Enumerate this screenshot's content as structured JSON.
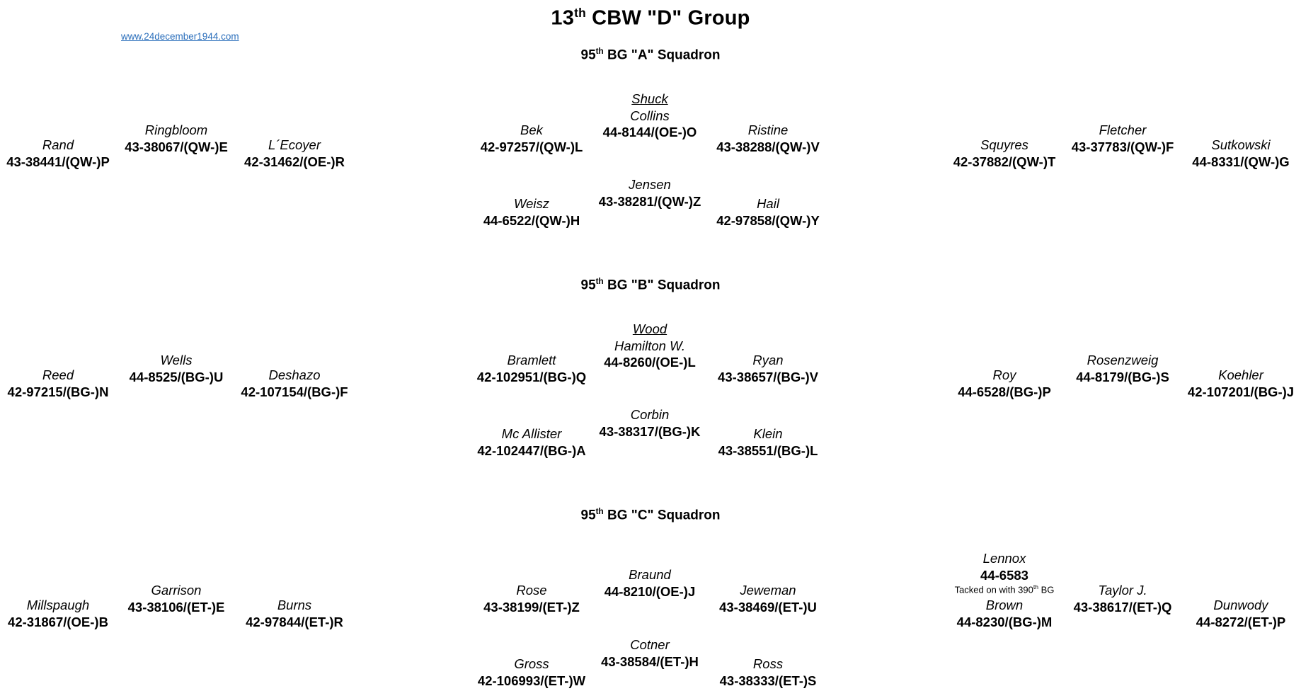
{
  "header": {
    "title_pre": "13",
    "title_sup": "th",
    "title_post": " CBW \"D\" Group",
    "site_link": "www.24december1944.com",
    "link_color": "#2a6ebb"
  },
  "squadrons": [
    {
      "id": "a",
      "heading_pre": "95",
      "heading_sup": "th",
      "heading_post": " BG \"A\" Squadron",
      "planes": [
        {
          "pilot": "Rand",
          "tail": "43-38441/(QW-)P",
          "lead": false,
          "note": ""
        },
        {
          "pilot": "Ringbloom",
          "tail": "43-38067/(QW-)E",
          "lead": false,
          "note": ""
        },
        {
          "pilot": "L´Ecoyer",
          "tail": "42-31462/(OE-)R",
          "lead": false,
          "note": ""
        },
        {
          "pilot": "Bek",
          "tail": "42-97257/(QW-)L",
          "lead": false,
          "note": ""
        },
        {
          "pilot": "Shuck",
          "pilot2": "Collins",
          "tail": "44-8144/(OE-)O",
          "lead": true,
          "note": ""
        },
        {
          "pilot": "Ristine",
          "tail": "43-38288/(QW-)V",
          "lead": false,
          "note": ""
        },
        {
          "pilot": "Weisz",
          "tail": "44-6522/(QW-)H",
          "lead": false,
          "note": ""
        },
        {
          "pilot": "Jensen",
          "tail": "43-38281/(QW-)Z",
          "lead": false,
          "note": ""
        },
        {
          "pilot": "Hail",
          "tail": "42-97858/(QW-)Y",
          "lead": false,
          "note": ""
        },
        {
          "pilot": "Squyres",
          "tail": "42-37882/(QW-)T",
          "lead": false,
          "note": ""
        },
        {
          "pilot": "Fletcher",
          "tail": "43-37783/(QW-)F",
          "lead": false,
          "note": ""
        },
        {
          "pilot": "Sutkowski",
          "tail": "44-8331/(QW-)G",
          "lead": false,
          "note": ""
        }
      ]
    },
    {
      "id": "b",
      "heading_pre": "95",
      "heading_sup": "th",
      "heading_post": " BG \"B\" Squadron",
      "planes": [
        {
          "pilot": "Reed",
          "tail": "42-97215/(BG-)N",
          "lead": false,
          "note": ""
        },
        {
          "pilot": "Wells",
          "tail": "44-8525/(BG-)U",
          "lead": false,
          "note": ""
        },
        {
          "pilot": "Deshazo",
          "tail": "42-107154/(BG-)F",
          "lead": false,
          "note": ""
        },
        {
          "pilot": "Bramlett",
          "tail": "42-102951/(BG-)Q",
          "lead": false,
          "note": ""
        },
        {
          "pilot": "Wood",
          "pilot2": "Hamilton W.",
          "tail": "44-8260/(OE-)L",
          "lead": true,
          "note": ""
        },
        {
          "pilot": "Ryan",
          "tail": "43-38657/(BG-)V",
          "lead": false,
          "note": ""
        },
        {
          "pilot": "Mc Allister",
          "tail": "42-102447/(BG-)A",
          "lead": false,
          "note": ""
        },
        {
          "pilot": "Corbin",
          "tail": "43-38317/(BG-)K",
          "lead": false,
          "note": ""
        },
        {
          "pilot": "Klein",
          "tail": "43-38551/(BG-)L",
          "lead": false,
          "note": ""
        },
        {
          "pilot": "Roy",
          "tail": "44-6528/(BG-)P",
          "lead": false,
          "note": ""
        },
        {
          "pilot": "Rosenzweig",
          "tail": "44-8179/(BG-)S",
          "lead": false,
          "note": ""
        },
        {
          "pilot": "Koehler",
          "tail": "42-107201/(BG-)J",
          "lead": false,
          "note": ""
        }
      ]
    },
    {
      "id": "c",
      "heading_pre": "95",
      "heading_sup": "th",
      "heading_post": " BG \"C\" Squadron",
      "planes": [
        {
          "pilot": "Millspaugh",
          "tail": "42-31867/(OE-)B",
          "lead": false,
          "note": ""
        },
        {
          "pilot": "Garrison",
          "tail": "43-38106/(ET-)E",
          "lead": false,
          "note": ""
        },
        {
          "pilot": "Burns",
          "tail": "42-97844/(ET-)R",
          "lead": false,
          "note": ""
        },
        {
          "pilot": "Rose",
          "tail": "43-38199/(ET-)Z",
          "lead": false,
          "note": ""
        },
        {
          "pilot": "Braund",
          "tail": "44-8210/(OE-)J",
          "lead": false,
          "note": ""
        },
        {
          "pilot": "Jeweman",
          "tail": "43-38469/(ET-)U",
          "lead": false,
          "note": ""
        },
        {
          "pilot": "Gross",
          "tail": "42-106993/(ET-)W",
          "lead": false,
          "note": ""
        },
        {
          "pilot": "Cotner",
          "tail": "43-38584/(ET-)H",
          "lead": false,
          "note": ""
        },
        {
          "pilot": "Ross",
          "tail": "43-38333/(ET-)S",
          "lead": false,
          "note": ""
        },
        {
          "pilot": "Brown",
          "tail": "44-8230/(BG-)M",
          "lead": false,
          "note": ""
        },
        {
          "pilot": "Taylor J.",
          "tail": "43-38617/(ET-)Q",
          "lead": false,
          "note": ""
        },
        {
          "pilot": "Dunwody",
          "tail": "44-8272/(ET-)P",
          "lead": false,
          "note": ""
        },
        {
          "pilot": "Lennox",
          "tail": "44-6583",
          "lead": false,
          "note_pre": "Tacked on with 390",
          "note_sup": "th",
          "note_post": " BG"
        }
      ]
    }
  ]
}
